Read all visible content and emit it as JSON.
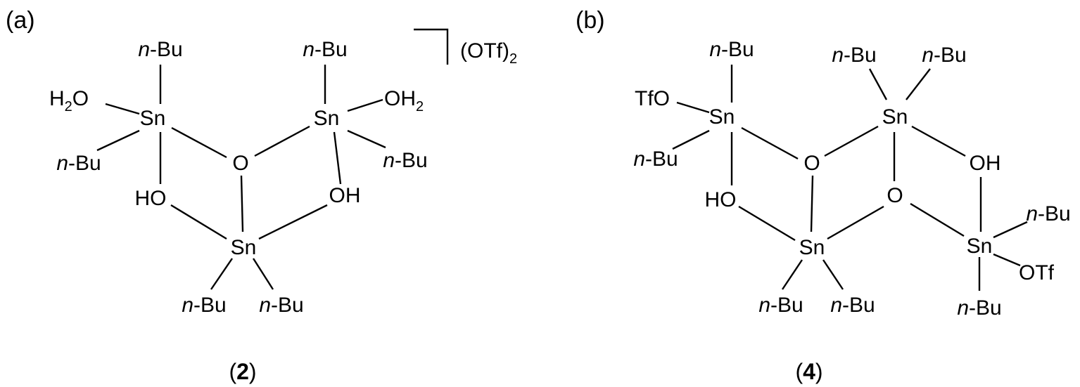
{
  "panel_a": {
    "letter": "(a)",
    "labels": {
      "sn_left": "Sn",
      "sn_right": "Sn",
      "sn_bottom": "Sn",
      "o_center": "O",
      "ho_left": "HO",
      "oh_right": "OH",
      "h2o_prefix": "H",
      "h2o_sub": "2",
      "h2o_suffix": "O",
      "oh2_prefix": "OH",
      "oh2_sub": "2",
      "bu_n": "n",
      "bu_rest": "-Bu",
      "counterion_prefix": "(OTf)",
      "counterion_sub": "2"
    },
    "caption": {
      "open": "(",
      "number": "2",
      "close": ")"
    }
  },
  "panel_b": {
    "letter": "(b)",
    "labels": {
      "sn_topleft": "Sn",
      "sn_topright": "Sn",
      "sn_bottomleft": "Sn",
      "sn_bottomright": "Sn",
      "o_upper": "O",
      "o_lower": "O",
      "ho_left": "HO",
      "oh_right": "OH",
      "tfo_left": "TfO",
      "otf_right": "OTf",
      "bu_n": "n",
      "bu_rest": "-Bu"
    },
    "caption": {
      "open": "(",
      "number": "4",
      "close": ")"
    }
  }
}
